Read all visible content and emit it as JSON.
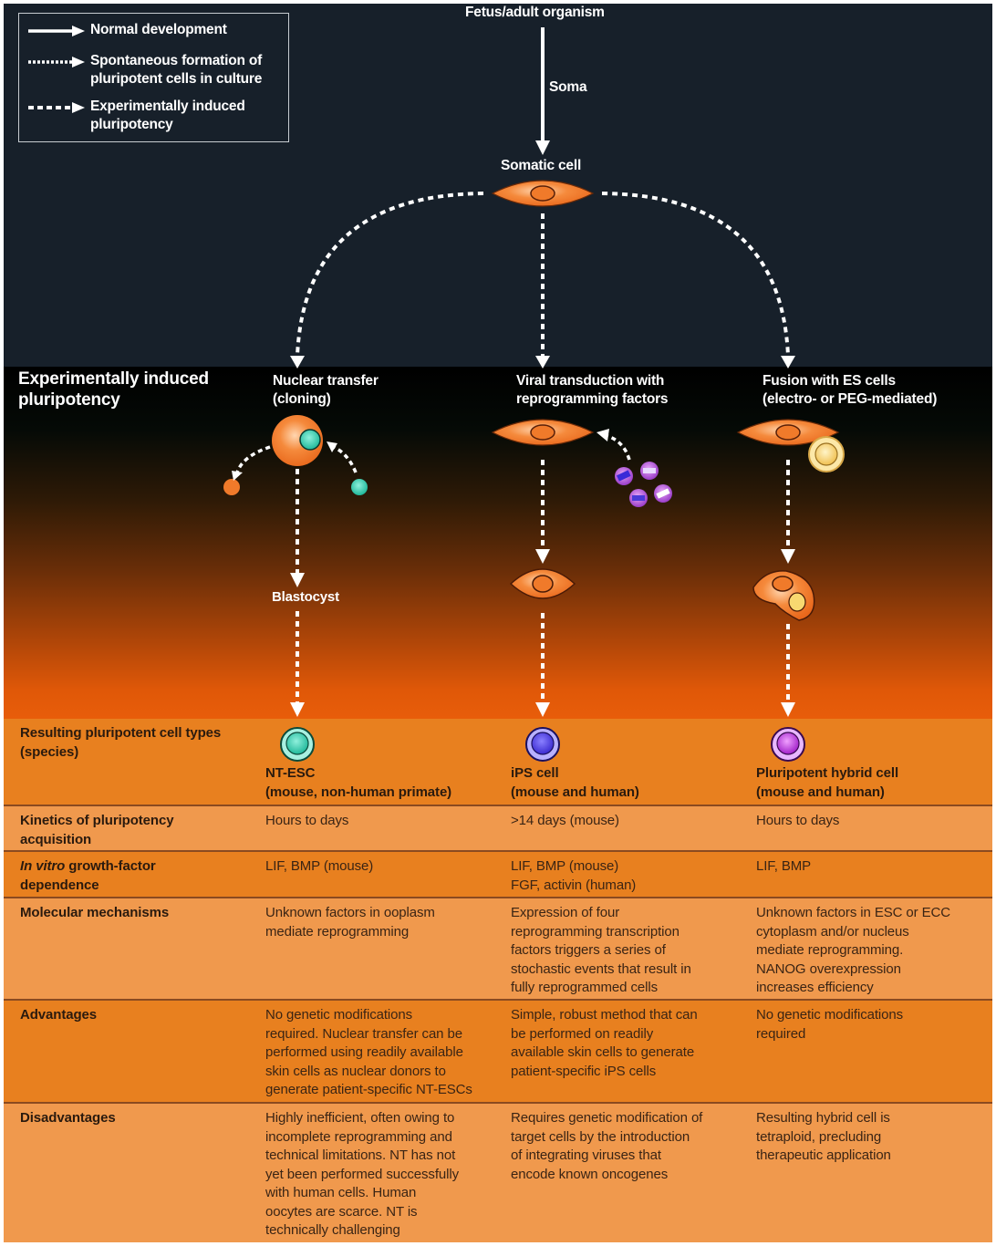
{
  "legend": {
    "items": [
      {
        "style": "solid",
        "label": "Normal development"
      },
      {
        "style": "dotted",
        "label": "Spontaneous formation of\npluripotent cells in culture"
      },
      {
        "style": "dashed",
        "label": "Experimentally induced\npluripotency"
      }
    ]
  },
  "flow": {
    "origin": "Fetus/adult organism",
    "soma_label": "Soma",
    "somatic_cell": "Somatic cell",
    "section_title": "Experimentally induced\npluripotency",
    "methods": [
      {
        "label": "Nuclear transfer\n(cloning)",
        "intermediate": "Blastocyst"
      },
      {
        "label": "Viral transduction with\nreprogramming factors",
        "intermediate": ""
      },
      {
        "label": "Fusion with ES cells\n(electro- or PEG-mediated)",
        "intermediate": ""
      }
    ]
  },
  "colors": {
    "background_top": "#17202a",
    "cell_orange": "#f07a2a",
    "nt_esc": "#2ec4a6",
    "ips": "#4a3fd8",
    "hybrid": "#b23fd8",
    "es_cell": "#f5d27a",
    "table_dark": "#e8801f",
    "table_light": "#f0994d"
  },
  "table": {
    "rows": [
      {
        "header": "Resulting pluripotent cell types\n(species)",
        "cells": [
          "NT-ESC\n(mouse, non-human primate)",
          "iPS cell\n(mouse and human)",
          "Pluripotent hybrid cell\n(mouse and human)"
        ]
      },
      {
        "header": "Kinetics of pluripotency\nacquisition",
        "cells": [
          "Hours to days",
          ">14 days (mouse)",
          "Hours to days"
        ]
      },
      {
        "header_italic": "In vitro",
        "header": " growth-factor\ndependence",
        "cells": [
          "LIF, BMP (mouse)",
          "LIF, BMP (mouse)\nFGF, activin  (human)",
          "LIF, BMP"
        ]
      },
      {
        "header": "Molecular mechanisms",
        "cells": [
          "Unknown factors in ooplasm\nmediate reprogramming",
          "Expression of four\nreprogramming transcription\nfactors triggers a series of\nstochastic events that result in\nfully reprogrammed cells",
          "Unknown factors in ESC or ECC\ncytoplasm and/or nucleus\nmediate reprogramming.\nNANOG overexpression\nincreases efficiency"
        ]
      },
      {
        "header": "Advantages",
        "cells": [
          "No genetic modifications\nrequired. Nuclear transfer can be\nperformed using readily available\nskin cells as nuclear donors to\ngenerate patient-specific NT-ESCs",
          "Simple, robust method that can\nbe performed on readily\navailable skin cells to generate\npatient-specific iPS cells",
          "No genetic modifications\nrequired"
        ]
      },
      {
        "header": "Disadvantages",
        "cells": [
          "Highly inefficient, often owing to\nincomplete reprogramming and\ntechnical limitations. NT has not\nyet been performed successfully\nwith human cells. Human\noocytes are scarce. NT is\ntechnically challenging",
          "Requires genetic modification of\ntarget cells by the introduction\nof integrating viruses that\nencode known oncogenes",
          "Resulting hybrid cell is\ntetraploid, precluding\ntherapeutic application"
        ]
      }
    ]
  }
}
